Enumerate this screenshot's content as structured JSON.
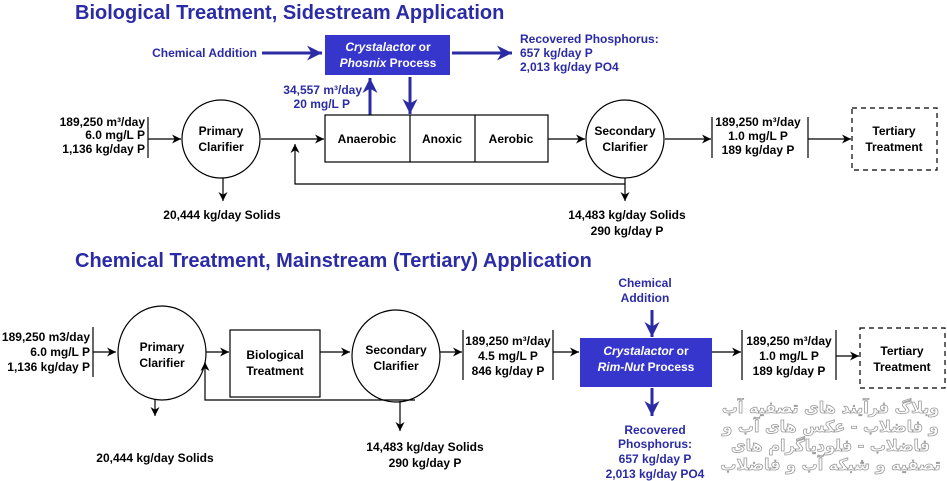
{
  "top": {
    "title": "Biological Treatment, Sidestream Application",
    "chemical_addition": "Chemical Addition",
    "process_line1_italic": "Crystalactor",
    "process_line1_rest": " or",
    "process_line2_italic": "Phosnix",
    "process_line2_rest": " Process",
    "recovered": [
      "Recovered Phosphorus:",
      "657 kg/day P",
      "2,013 kg/day PO4"
    ],
    "sidestream": [
      "34,557 m³/day",
      "20 mg/L P"
    ],
    "influent": [
      "189,250 m³/day",
      "6.0 mg/L P",
      "1,136 kg/day P"
    ],
    "primary_clarifier": [
      "Primary",
      "Clarifier"
    ],
    "primary_solids": "20,444 kg/day Solids",
    "zones": [
      "Anaerobic",
      "Anoxic",
      "Aerobic"
    ],
    "secondary_clarifier": [
      "Secondary",
      "Clarifier"
    ],
    "secondary_solids": [
      "14,483 kg/day Solids",
      "290 kg/day P"
    ],
    "effluent": [
      "189,250 m³/day",
      "1.0 mg/L P",
      "189 kg/day P"
    ],
    "tertiary": [
      "Tertiary",
      "Treatment"
    ]
  },
  "bottom": {
    "title": "Chemical Treatment, Mainstream (Tertiary) Application",
    "chemical_addition": [
      "Chemical",
      "Addition"
    ],
    "influent": [
      "189,250 m3/day",
      "6.0 mg/L P",
      "1,136 kg/day P"
    ],
    "primary_clarifier": [
      "Primary",
      "Clarifier"
    ],
    "primary_solids": "20,444 kg/day Solids",
    "biological": [
      "Biological",
      "Treatment"
    ],
    "secondary_clarifier": [
      "Secondary",
      "Clarifier"
    ],
    "secondary_solids": [
      "14,483 kg/day Solids",
      "290 kg/day P"
    ],
    "intermediate": [
      "189,250 m³/day",
      "4.5 mg/L P",
      "846 kg/day P"
    ],
    "process_line1_italic": "Crystalactor",
    "process_line1_rest": " or",
    "process_line2_italic": "Rim-Nut",
    "process_line2_rest": " Process",
    "recovered": [
      "Recovered",
      "Phosphorus:",
      "657 kg/day P",
      "2,013 kg/day PO4"
    ],
    "effluent": [
      "189,250 m³/day",
      "1.0 mg/L P",
      "189 kg/day P"
    ],
    "tertiary": [
      "Tertiary",
      "Treatment"
    ]
  },
  "watermark": "وبلاگ فرآیند های تصفیه آب و فاضلاب - عکس های آب و فاضلاب - فلودیاگرام های تصفیه و شبکه آب و فاضلاب",
  "colors": {
    "accent": "#2b2ba6",
    "process_box": "#3636cc"
  }
}
